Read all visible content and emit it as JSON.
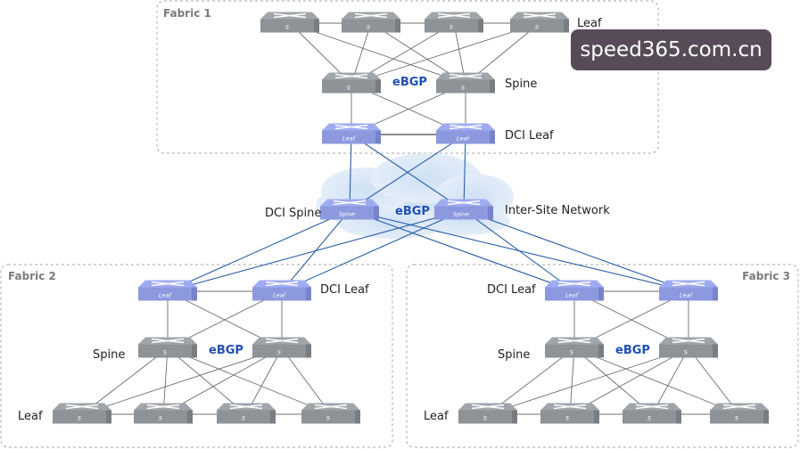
{
  "fabrics": [
    {
      "id": "f1",
      "title": "Fabric 1"
    },
    {
      "id": "f2",
      "title": "Fabric 2"
    },
    {
      "id": "f3",
      "title": "Fabric 3"
    }
  ],
  "labels": {
    "f1_leaf": "Leaf",
    "f1_spine": "Spine",
    "f1_dci_leaf": "DCI Leaf",
    "dci_spine": "DCI Spine",
    "inter_site": "Inter-Site Network",
    "f2_dci_leaf": "DCI Leaf",
    "f2_spine": "Spine",
    "f2_leaf": "Leaf",
    "f3_dci_leaf": "DCI Leaf",
    "f3_spine": "Spine",
    "f3_leaf": "Leaf"
  },
  "ebgp": [
    "eBGP",
    "eBGP",
    "eBGP",
    "eBGP"
  ],
  "device_glyphs": {
    "switch": "S",
    "leaf": "Leaf",
    "spine": "Spine"
  },
  "colors": {
    "switch_gray": "#8e9397",
    "switch_blue": "#8d99df",
    "link_gray": "#6c6c6c",
    "link_blue": "#2a5ea8",
    "cloud": "#dbe8f6",
    "ebgp_text": "#1f4fb4"
  },
  "watermark": "speed365.com.cn"
}
